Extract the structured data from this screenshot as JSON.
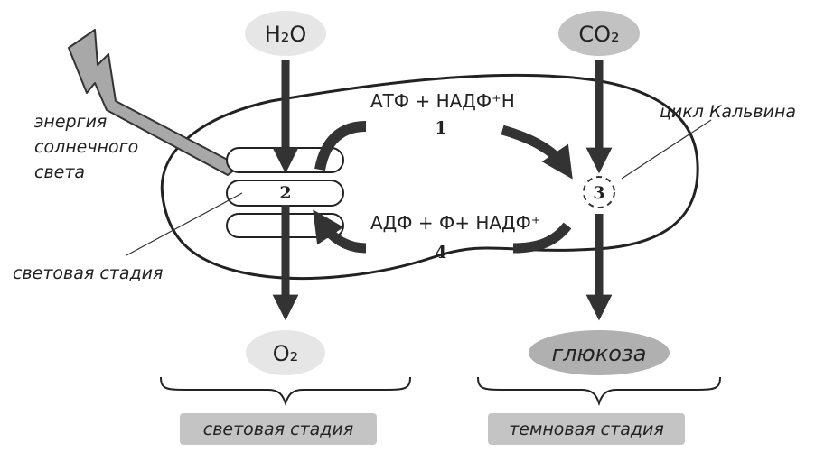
{
  "inputs": {
    "water": "H₂O",
    "carbon_dioxide": "CO₂"
  },
  "outputs": {
    "oxygen": "O₂",
    "glucose": "глюкоза"
  },
  "labels": {
    "sunlight_line1": "энергия",
    "sunlight_line2": "солнечного",
    "sunlight_line3": "света",
    "light_stage_callout": "световая стадия",
    "calvin_cycle": "цикл Кальвина",
    "reaction_top": "АТФ + НАДФ⁺Н",
    "reaction_bottom": "АДФ + Ф+ НАДФ⁺"
  },
  "numbers": {
    "n1": "1",
    "n2": "2",
    "n3": "3",
    "n4": "4"
  },
  "stages": {
    "light": "световая стадия",
    "dark": "темновая стадия"
  },
  "colors": {
    "light_bubble": "#e6e6e6",
    "dark_bubble": "#c2c2c2",
    "glucose_bubble": "#b0b0b0",
    "stage_box": "#c4c4c4",
    "ink": "#333333"
  }
}
